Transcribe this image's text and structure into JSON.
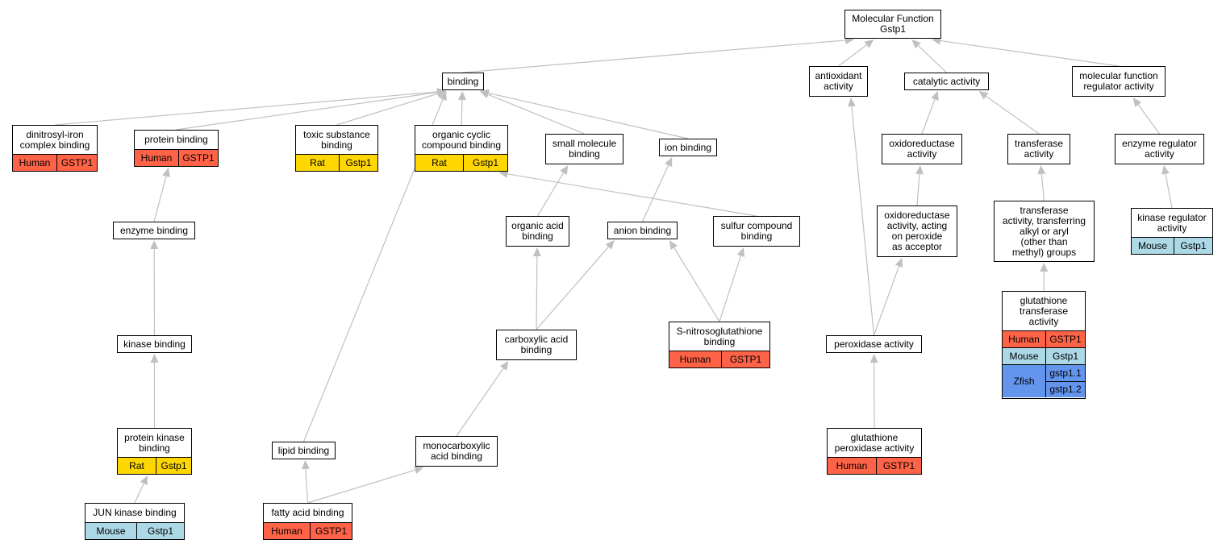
{
  "colors": {
    "Human": "#ff6347",
    "Rat": "#ffd700",
    "Mouse": "#add8e6",
    "Zfish": "#6495ed",
    "edge": "#c0c0c0"
  },
  "nodes": [
    {
      "id": "mf",
      "lines": [
        "Molecular Function",
        "Gstp1"
      ],
      "rows": []
    },
    {
      "id": "binding",
      "lines": [
        "binding"
      ],
      "rows": []
    },
    {
      "id": "antioxidant",
      "lines": [
        "antioxidant",
        "activity"
      ],
      "rows": []
    },
    {
      "id": "catalytic",
      "lines": [
        "catalytic activity"
      ],
      "rows": []
    },
    {
      "id": "mfreg",
      "lines": [
        "molecular function",
        "regulator activity"
      ],
      "rows": []
    },
    {
      "id": "dinitrosyl",
      "lines": [
        "dinitrosyl-iron",
        "complex binding"
      ],
      "rows": [
        {
          "species": "Human",
          "genes": [
            "GSTP1"
          ]
        }
      ]
    },
    {
      "id": "protbind",
      "lines": [
        "protein binding"
      ],
      "rows": [
        {
          "species": "Human",
          "genes": [
            "GSTP1"
          ]
        }
      ]
    },
    {
      "id": "toxic",
      "lines": [
        "toxic substance",
        "binding"
      ],
      "rows": [
        {
          "species": "Rat",
          "genes": [
            "Gstp1"
          ]
        }
      ]
    },
    {
      "id": "orgcyclic",
      "lines": [
        "organic cyclic",
        "compound binding"
      ],
      "rows": [
        {
          "species": "Rat",
          "genes": [
            "Gstp1"
          ]
        }
      ]
    },
    {
      "id": "smallmol",
      "lines": [
        "small molecule",
        "binding"
      ],
      "rows": []
    },
    {
      "id": "ionbind",
      "lines": [
        "ion binding"
      ],
      "rows": []
    },
    {
      "id": "oxido",
      "lines": [
        "oxidoreductase",
        "activity"
      ],
      "rows": []
    },
    {
      "id": "transferase",
      "lines": [
        "transferase",
        "activity"
      ],
      "rows": []
    },
    {
      "id": "enzreg",
      "lines": [
        "enzyme regulator",
        "activity"
      ],
      "rows": []
    },
    {
      "id": "enzbind",
      "lines": [
        "enzyme binding"
      ],
      "rows": []
    },
    {
      "id": "orgacid",
      "lines": [
        "organic acid",
        "binding"
      ],
      "rows": []
    },
    {
      "id": "anion",
      "lines": [
        "anion binding"
      ],
      "rows": []
    },
    {
      "id": "sulfur",
      "lines": [
        "sulfur compound",
        "binding"
      ],
      "rows": []
    },
    {
      "id": "oxidoperox",
      "lines": [
        "oxidoreductase",
        "activity, acting",
        "on peroxide",
        "as acceptor"
      ],
      "rows": []
    },
    {
      "id": "transalkyl",
      "lines": [
        "transferase",
        "activity, transferring",
        "alkyl or aryl",
        "(other than",
        "methyl) groups"
      ],
      "rows": []
    },
    {
      "id": "kinreg",
      "lines": [
        "kinase regulator",
        "activity"
      ],
      "rows": [
        {
          "species": "Mouse",
          "genes": [
            "Gstp1"
          ]
        }
      ]
    },
    {
      "id": "glutrans",
      "lines": [
        "glutathione",
        "transferase",
        "activity"
      ],
      "rows": [
        {
          "species": "Human",
          "genes": [
            "GSTP1"
          ]
        },
        {
          "species": "Mouse",
          "genes": [
            "Gstp1"
          ]
        },
        {
          "species": "Zfish",
          "genes": [
            "gstp1.1",
            "gstp1.2"
          ]
        }
      ]
    },
    {
      "id": "kinbind",
      "lines": [
        "kinase binding"
      ],
      "rows": []
    },
    {
      "id": "carboxy",
      "lines": [
        "carboxylic acid",
        "binding"
      ],
      "rows": []
    },
    {
      "id": "snitroso",
      "lines": [
        "S-nitrosoglutathione",
        "binding"
      ],
      "rows": [
        {
          "species": "Human",
          "genes": [
            "GSTP1"
          ]
        }
      ]
    },
    {
      "id": "peroxidase",
      "lines": [
        "peroxidase activity"
      ],
      "rows": []
    },
    {
      "id": "protkin",
      "lines": [
        "protein kinase",
        "binding"
      ],
      "rows": [
        {
          "species": "Rat",
          "genes": [
            "Gstp1"
          ]
        }
      ]
    },
    {
      "id": "lipid",
      "lines": [
        "lipid binding"
      ],
      "rows": []
    },
    {
      "id": "monocarb",
      "lines": [
        "monocarboxylic",
        "acid binding"
      ],
      "rows": []
    },
    {
      "id": "glutperox",
      "lines": [
        "glutathione",
        "peroxidase activity"
      ],
      "rows": [
        {
          "species": "Human",
          "genes": [
            "GSTP1"
          ]
        }
      ]
    },
    {
      "id": "junkin",
      "lines": [
        "JUN kinase binding"
      ],
      "rows": [
        {
          "species": "Mouse",
          "genes": [
            "Gstp1"
          ]
        }
      ]
    },
    {
      "id": "fattyacid",
      "lines": [
        "fatty acid binding"
      ],
      "rows": [
        {
          "species": "Human",
          "genes": [
            "GSTP1"
          ]
        }
      ]
    }
  ],
  "edges": [
    {
      "from": "binding",
      "to": "mf"
    },
    {
      "from": "antioxidant",
      "to": "mf"
    },
    {
      "from": "catalytic",
      "to": "mf"
    },
    {
      "from": "mfreg",
      "to": "mf"
    },
    {
      "from": "dinitrosyl",
      "to": "binding"
    },
    {
      "from": "protbind",
      "to": "binding"
    },
    {
      "from": "toxic",
      "to": "binding"
    },
    {
      "from": "orgcyclic",
      "to": "binding"
    },
    {
      "from": "smallmol",
      "to": "binding"
    },
    {
      "from": "ionbind",
      "to": "binding"
    },
    {
      "from": "lipid",
      "to": "binding"
    },
    {
      "from": "oxido",
      "to": "catalytic"
    },
    {
      "from": "transferase",
      "to": "catalytic"
    },
    {
      "from": "enzreg",
      "to": "mfreg"
    },
    {
      "from": "enzbind",
      "to": "protbind"
    },
    {
      "from": "orgacid",
      "to": "smallmol"
    },
    {
      "from": "anion",
      "to": "ionbind"
    },
    {
      "from": "sulfur",
      "to": "orgcyclic"
    },
    {
      "from": "oxidoperox",
      "to": "oxido"
    },
    {
      "from": "transalkyl",
      "to": "transferase"
    },
    {
      "from": "kinreg",
      "to": "enzreg"
    },
    {
      "from": "glutrans",
      "to": "transalkyl"
    },
    {
      "from": "kinbind",
      "to": "enzbind"
    },
    {
      "from": "carboxy",
      "to": "orgacid"
    },
    {
      "from": "carboxy",
      "to": "anion"
    },
    {
      "from": "snitroso",
      "to": "anion"
    },
    {
      "from": "snitroso",
      "to": "sulfur"
    },
    {
      "from": "peroxidase",
      "to": "antioxidant"
    },
    {
      "from": "peroxidase",
      "to": "oxidoperox"
    },
    {
      "from": "protkin",
      "to": "kinbind"
    },
    {
      "from": "monocarb",
      "to": "carboxy"
    },
    {
      "from": "glutperox",
      "to": "peroxidase"
    },
    {
      "from": "junkin",
      "to": "protkin"
    },
    {
      "from": "fattyacid",
      "to": "lipid"
    },
    {
      "from": "fattyacid",
      "to": "monocarb"
    }
  ]
}
